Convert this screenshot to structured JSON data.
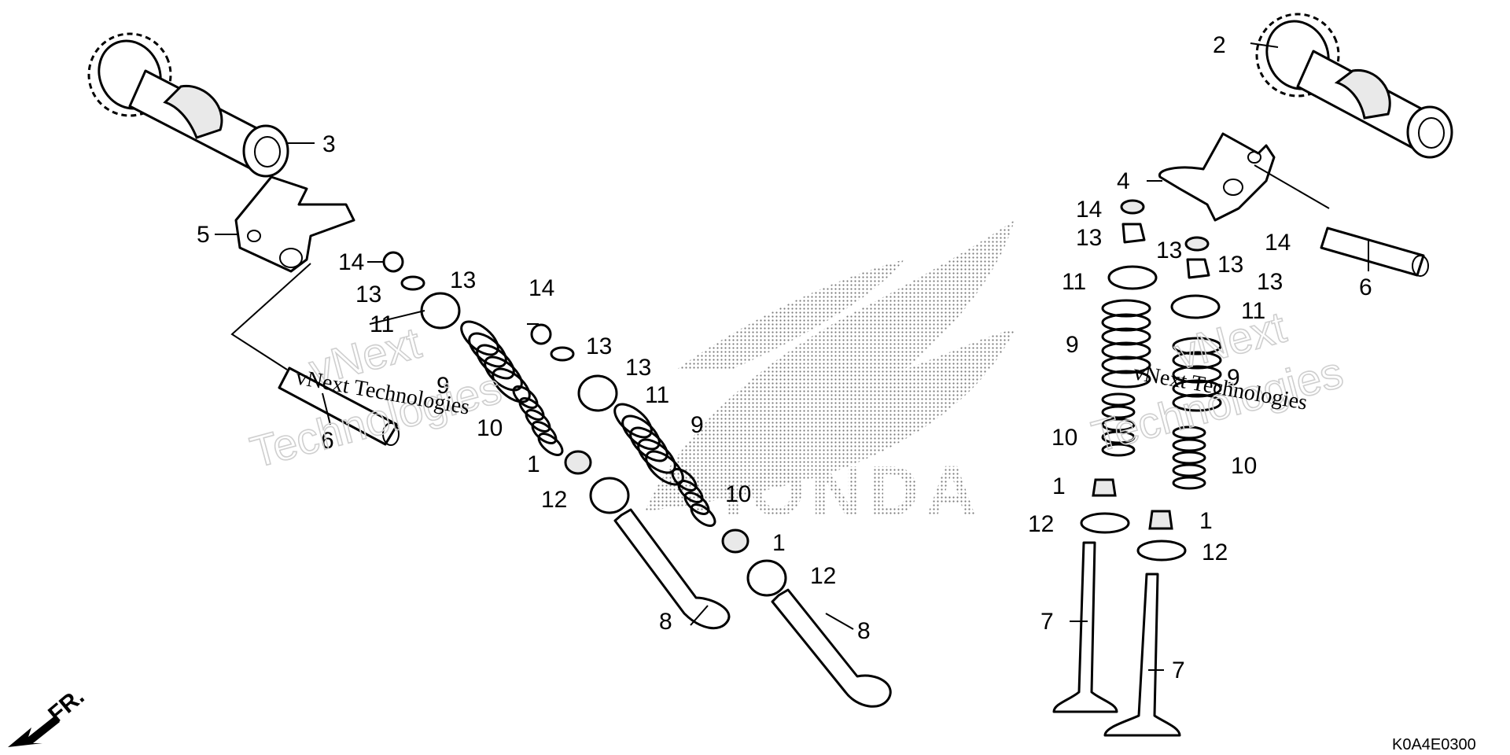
{
  "diagram": {
    "drawing_code": "K0A4E0300",
    "direction_label": "FR.",
    "watermark": {
      "brand_top": "vNext",
      "brand_bottom": "Technologies",
      "serif_line": "vNext Technologies"
    },
    "logo": {
      "lettering": "HONDA"
    },
    "callouts": [
      {
        "id": "c1a",
        "label": "1"
      },
      {
        "id": "c1b",
        "label": "1"
      },
      {
        "id": "c1c",
        "label": "1"
      },
      {
        "id": "c1d",
        "label": "1"
      },
      {
        "id": "c2",
        "label": "2"
      },
      {
        "id": "c3",
        "label": "3"
      },
      {
        "id": "c4",
        "label": "4"
      },
      {
        "id": "c5",
        "label": "5"
      },
      {
        "id": "c6a",
        "label": "6"
      },
      {
        "id": "c6b",
        "label": "6"
      },
      {
        "id": "c7a",
        "label": "7"
      },
      {
        "id": "c7b",
        "label": "7"
      },
      {
        "id": "c8a",
        "label": "8"
      },
      {
        "id": "c8b",
        "label": "8"
      },
      {
        "id": "c9a",
        "label": "9"
      },
      {
        "id": "c9b",
        "label": "9"
      },
      {
        "id": "c9c",
        "label": "9"
      },
      {
        "id": "c9d",
        "label": "9"
      },
      {
        "id": "c10a",
        "label": "10"
      },
      {
        "id": "c10b",
        "label": "10"
      },
      {
        "id": "c10c",
        "label": "10"
      },
      {
        "id": "c10d",
        "label": "10"
      },
      {
        "id": "c11a",
        "label": "11"
      },
      {
        "id": "c11b",
        "label": "11"
      },
      {
        "id": "c11c",
        "label": "11"
      },
      {
        "id": "c11d",
        "label": "11"
      },
      {
        "id": "c12a",
        "label": "12"
      },
      {
        "id": "c12b",
        "label": "12"
      },
      {
        "id": "c12c",
        "label": "12"
      },
      {
        "id": "c12d",
        "label": "12"
      },
      {
        "id": "c13a",
        "label": "13"
      },
      {
        "id": "c13b",
        "label": "13"
      },
      {
        "id": "c13c",
        "label": "13"
      },
      {
        "id": "c13d",
        "label": "13"
      },
      {
        "id": "c13e",
        "label": "13"
      },
      {
        "id": "c13f",
        "label": "13"
      },
      {
        "id": "c13g",
        "label": "13"
      },
      {
        "id": "c13h",
        "label": "13"
      },
      {
        "id": "c14a",
        "label": "14"
      },
      {
        "id": "c14b",
        "label": "14"
      },
      {
        "id": "c14c",
        "label": "14"
      },
      {
        "id": "c14d",
        "label": "14"
      }
    ]
  }
}
